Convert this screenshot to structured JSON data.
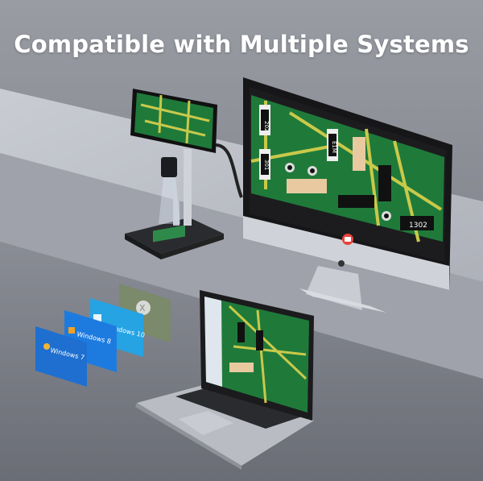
{
  "headline": "Compatible with Multiple Systems",
  "os_cards": [
    {
      "label": "Windows 7",
      "color": "#1e6fd0",
      "icon": "windows-7-logo"
    },
    {
      "label": "Windows 8",
      "color": "#1d7be0",
      "icon": "windows-8-logo"
    },
    {
      "label": "Windows 10",
      "color": "#25a3e3",
      "icon": "windows-10-logo"
    },
    {
      "label": "X",
      "color": "#7a8a6a",
      "icon": "mac-os-x-logo"
    }
  ],
  "monitor": {
    "component_labels": [
      "202",
      "E1M",
      "301",
      "1302"
    ],
    "record_button_color": "#e8423a",
    "brand_icon": "apple-logo"
  },
  "colors": {
    "pcb": "#1f7a3a",
    "trace": "#c9c94a",
    "background": "#8d9099"
  }
}
